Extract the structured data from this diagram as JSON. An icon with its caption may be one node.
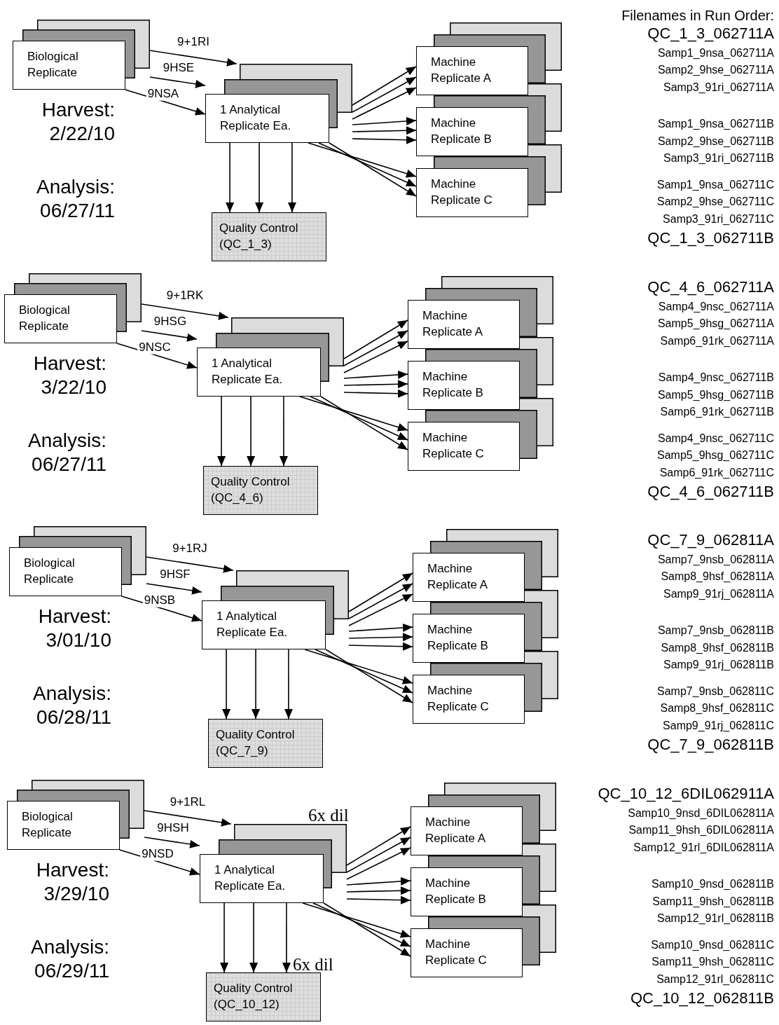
{
  "diagram": {
    "nodes": [
      {
        "text": [
          "Biological Replicate"
        ]
      },
      {
        "text": [
          "1 Analytical Replicate Ea."
        ]
      },
      {
        "text": [
          "Machine Replicate A"
        ]
      },
      {
        "text": [
          "Machine Replicate B"
        ]
      },
      {
        "text": [
          "Machine Replicate C"
        ]
      },
      {
        "text": [
          "Quality Control (QC_1_3)"
        ]
      },
      {
        "text": [
          "Biological Replicate"
        ]
      },
      {
        "text": [
          "1 Analytical Replicate Ea."
        ]
      },
      {
        "text": [
          "Machine Replicate A"
        ]
      },
      {
        "text": [
          "Machine Replicate B"
        ]
      },
      {
        "text": [
          "Machine Replicate C"
        ]
      },
      {
        "text": [
          "Quality Control (QC_4_6)"
        ]
      },
      {
        "text": [
          "Biological Replicate"
        ]
      },
      {
        "text": [
          "1 Analytical Replicate Ea."
        ]
      },
      {
        "text": [
          "Machine Replicate A"
        ]
      },
      {
        "text": [
          "Machine Replicate B"
        ]
      },
      {
        "text": [
          "Machine Replicate C"
        ]
      },
      {
        "text": [
          "Quality Control (QC_7_9)"
        ]
      },
      {
        "text": [
          "Biological Replicate"
        ]
      },
      {
        "text": [
          "1 Analytical Replicate Ea."
        ]
      },
      {
        "text": [
          "Machine Replicate A"
        ]
      },
      {
        "text": [
          "Machine Replicate B"
        ]
      },
      {
        "text": [
          "Machine Replicate C"
        ]
      },
      {
        "text": [
          "Quality Control (QC_10_12)"
        ]
      }
    ],
    "edges": [
      {
        "from": 0,
        "to": 1,
        "arrow": "to",
        "label": "9+1RI"
      },
      {
        "from": 0,
        "to": 1,
        "arrow": "to",
        "label": "9HSE"
      },
      {
        "from": 0,
        "to": 1,
        "arrow": "to",
        "label": "9NSA"
      },
      {
        "from": 1,
        "to": 2,
        "arrow": "to"
      },
      {
        "from": 1,
        "to": 2,
        "arrow": "to"
      },
      {
        "from": 1,
        "to": 2,
        "arrow": "to"
      },
      {
        "from": 1,
        "to": 3,
        "arrow": "to"
      },
      {
        "from": 1,
        "to": 3,
        "arrow": "to"
      },
      {
        "from": 1,
        "to": 3,
        "arrow": "to"
      },
      {
        "from": 1,
        "to": 4,
        "arrow": "to"
      },
      {
        "from": 1,
        "to": 4,
        "arrow": "to"
      },
      {
        "from": 1,
        "to": 4,
        "arrow": "to"
      },
      {
        "from": 1,
        "to": 5,
        "arrow": "to"
      },
      {
        "from": 1,
        "to": 5,
        "arrow": "to"
      },
      {
        "from": 1,
        "to": 5,
        "arrow": "to"
      },
      {
        "from": 6,
        "to": 7,
        "arrow": "to",
        "label": "9+1RK"
      },
      {
        "from": 6,
        "to": 7,
        "arrow": "to",
        "label": "9HSG"
      },
      {
        "from": 6,
        "to": 7,
        "arrow": "to",
        "label": "9NSC"
      },
      {
        "from": 7,
        "to": 8,
        "arrow": "to"
      },
      {
        "from": 7,
        "to": 8,
        "arrow": "to"
      },
      {
        "from": 7,
        "to": 8,
        "arrow": "to"
      },
      {
        "from": 7,
        "to": 9,
        "arrow": "to"
      },
      {
        "from": 7,
        "to": 9,
        "arrow": "to"
      },
      {
        "from": 7,
        "to": 9,
        "arrow": "to"
      },
      {
        "from": 7,
        "to": 10,
        "arrow": "to"
      },
      {
        "from": 7,
        "to": 10,
        "arrow": "to"
      },
      {
        "from": 7,
        "to": 10,
        "arrow": "to"
      },
      {
        "from": 7,
        "to": 11,
        "arrow": "to"
      },
      {
        "from": 7,
        "to": 11,
        "arrow": "to"
      },
      {
        "from": 7,
        "to": 11,
        "arrow": "to"
      },
      {
        "from": 12,
        "to": 13,
        "arrow": "to",
        "label": "9+1RJ"
      },
      {
        "from": 12,
        "to": 13,
        "arrow": "to",
        "label": "9HSF"
      },
      {
        "from": 12,
        "to": 13,
        "arrow": "to",
        "label": "9NSB"
      },
      {
        "from": 13,
        "to": 14,
        "arrow": "to"
      },
      {
        "from": 13,
        "to": 14,
        "arrow": "to"
      },
      {
        "from": 13,
        "to": 14,
        "arrow": "to"
      },
      {
        "from": 13,
        "to": 15,
        "arrow": "to"
      },
      {
        "from": 13,
        "to": 15,
        "arrow": "to"
      },
      {
        "from": 13,
        "to": 15,
        "arrow": "to"
      },
      {
        "from": 13,
        "to": 16,
        "arrow": "to"
      },
      {
        "from": 13,
        "to": 16,
        "arrow": "to"
      },
      {
        "from": 13,
        "to": 16,
        "arrow": "to"
      },
      {
        "from": 13,
        "to": 17,
        "arrow": "to"
      },
      {
        "from": 13,
        "to": 17,
        "arrow": "to"
      },
      {
        "from": 13,
        "to": 17,
        "arrow": "to"
      },
      {
        "from": 18,
        "to": 19,
        "arrow": "to",
        "label": "9+1RL"
      },
      {
        "from": 18,
        "to": 19,
        "arrow": "to",
        "label": "9HSH"
      },
      {
        "from": 18,
        "to": 19,
        "arrow": "to",
        "label": "9NSD"
      },
      {
        "from": 19,
        "to": 20,
        "arrow": "to"
      },
      {
        "from": 19,
        "to": 20,
        "arrow": "to"
      },
      {
        "from": 19,
        "to": 20,
        "arrow": "to"
      },
      {
        "from": 19,
        "to": 21,
        "arrow": "to"
      },
      {
        "from": 19,
        "to": 21,
        "arrow": "to"
      },
      {
        "from": 19,
        "to": 21,
        "arrow": "to"
      },
      {
        "from": 19,
        "to": 22,
        "arrow": "to"
      },
      {
        "from": 19,
        "to": 22,
        "arrow": "to"
      },
      {
        "from": 19,
        "to": 22,
        "arrow": "to"
      },
      {
        "from": 19,
        "to": 23,
        "arrow": "to"
      },
      {
        "from": 19,
        "to": 23,
        "arrow": "to"
      },
      {
        "from": 19,
        "to": 23,
        "arrow": "to"
      }
    ],
    "labels": [
      "Harvest: 2/22/10",
      "Analysis: 06/27/11",
      "Filenames in Run Order:",
      "QC_1_3_062711A",
      "Samp1_9nsa_062711A",
      "Samp2_9hse_062711A",
      "Samp3_91ri_062711A",
      "Samp1_9nsa_062711B",
      "Samp2_9hse_062711B",
      "Samp3_91ri_062711B",
      "Samp1_9nsa_062711C",
      "Samp2_9hse_062711C",
      "Samp3_91ri_062711C",
      "QC_1_3_062711B",
      "Harvest: 3/22/10",
      "Analysis: 06/27/11",
      "QC_4_6_062711A",
      "Samp4_9nsc_062711A",
      "Samp5_9hsg_062711A",
      "Samp6_91rk_062711A",
      "Samp4_9nsc_062711B",
      "Samp5_9hsg_062711B",
      "Samp6_91rk_062711B",
      "Samp4_9nsc_062711C",
      "Samp5_9hsg_062711C",
      "Samp6_91rk_062711C",
      "QC_4_6_062711B",
      "Harvest: 3/01/10",
      "Analysis: 06/28/11",
      "QC_7_9_062811A",
      "Samp7_9nsb_062811A",
      "Samp8_9hsf_062811A",
      "Samp9_91rj_062811A",
      "Samp7_9nsb_062811B",
      "Samp8_9hsf_062811B",
      "Samp9_91rj_062811B",
      "Samp7_9nsb_062811C",
      "Samp8_9hsf_062811C",
      "Samp9_91rj_062811C",
      "QC_7_9_062811B",
      "Harvest: 3/29/10",
      "Analysis: 06/29/11",
      "6x dil",
      "6x dil",
      "QC_10_12_6DIL062911A",
      "Samp10_9nsd_6DIL062811A",
      "Samp11_9hsh_6DIL062811A",
      "Samp12_91rl_6DIL062811A",
      "Samp10_9nsd_062811B",
      "Samp11_9hsh_062811B",
      "Samp12_91rl_062811B",
      "Samp10_9nsd_062811C",
      "Samp11_9hsh_062811C",
      "Samp12_91rl_062811C",
      "QC_10_12_062811B"
    ]
  }
}
